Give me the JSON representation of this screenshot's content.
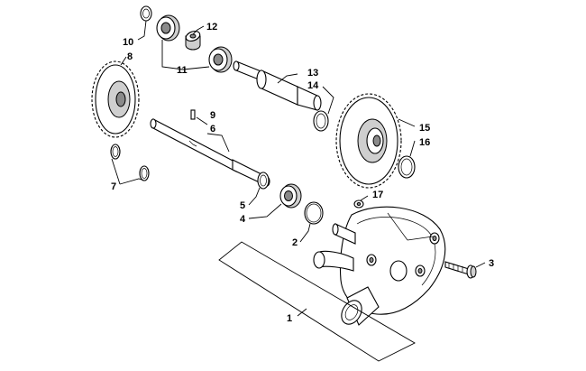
{
  "callouts": [
    {
      "id": "c1",
      "label": "1"
    },
    {
      "id": "c2",
      "label": "2"
    },
    {
      "id": "c3",
      "label": "3"
    },
    {
      "id": "c4",
      "label": "4"
    },
    {
      "id": "c5",
      "label": "5"
    },
    {
      "id": "c6",
      "label": "6"
    },
    {
      "id": "c7",
      "label": "7"
    },
    {
      "id": "c8",
      "label": "8"
    },
    {
      "id": "c9",
      "label": "9"
    },
    {
      "id": "c10",
      "label": "10"
    },
    {
      "id": "c11",
      "label": "11"
    },
    {
      "id": "c12",
      "label": "12"
    },
    {
      "id": "c13",
      "label": "13"
    },
    {
      "id": "c14",
      "label": "14"
    },
    {
      "id": "c15",
      "label": "15"
    },
    {
      "id": "c16",
      "label": "16"
    },
    {
      "id": "c17",
      "label": "17"
    }
  ],
  "colors": {
    "line": "#000000",
    "background": "#ffffff",
    "shade": "#cfcfcf"
  }
}
